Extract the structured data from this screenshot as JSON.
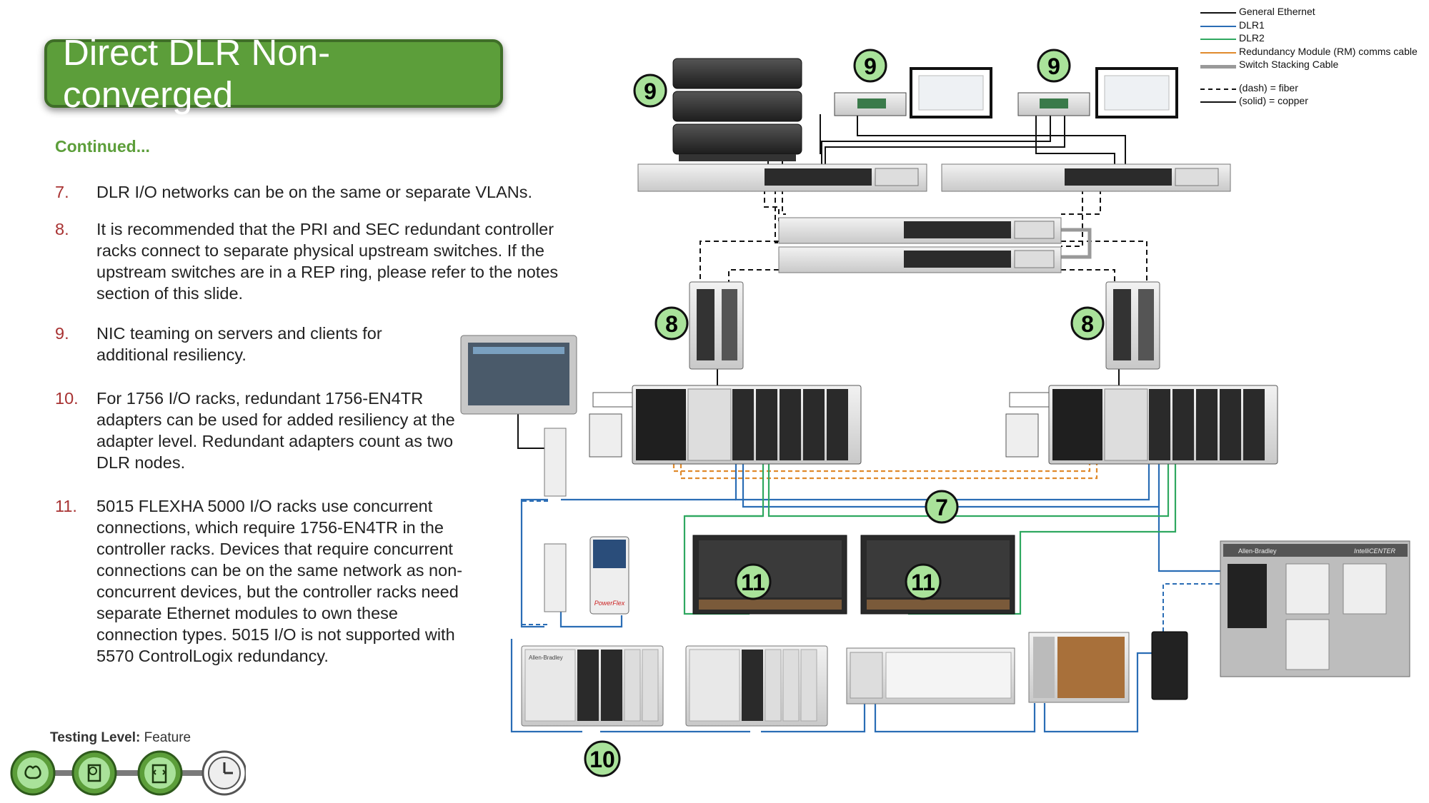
{
  "title": "Direct DLR Non-converged",
  "continued": "Continued...",
  "notes": [
    {
      "num": "7.",
      "text": "DLR I/O networks can be on the same or separate VLANs."
    },
    {
      "num": "8.",
      "text": "It is recommended that the PRI and SEC redundant controller racks connect to separate physical upstream switches.  If the upstream switches are in a REP ring, please refer to the notes section of this slide."
    },
    {
      "num": "9.",
      "text": "NIC teaming on servers and clients for additional resiliency."
    },
    {
      "num": "10.",
      "text": "For 1756 I/O racks, redundant 1756-EN4TR adapters can be used for added resiliency at the adapter level. Redundant adapters count as two DLR nodes."
    },
    {
      "num": "11.",
      "text": "5015 FLEXHA 5000 I/O racks use concurrent connections, which require 1756-EN4TR in the controller racks. Devices that require concurrent connections can be on the same network as non-concurrent devices, but the controller racks need separate Ethernet modules to own these connection types. 5015 I/O is not supported with 5570 ControlLogix redundancy."
    }
  ],
  "testing": {
    "label": "Testing Level:",
    "value": "Feature"
  },
  "legend": [
    {
      "label": "General Ethernet",
      "color": "#111111",
      "style": "solid"
    },
    {
      "label": "DLR1",
      "color": "#2a6db5",
      "style": "solid"
    },
    {
      "label": "DLR2",
      "color": "#2fa860",
      "style": "solid"
    },
    {
      "label": "Redundancy Module (RM) comms cable",
      "color": "#e08a2c",
      "style": "solid"
    },
    {
      "label": "Switch Stacking Cable",
      "color": "#999999",
      "style": "thick"
    },
    {
      "label": "(dash) = fiber",
      "color": "#111111",
      "style": "dash"
    },
    {
      "label": "(solid) = copper",
      "color": "#111111",
      "style": "solid"
    }
  ],
  "badges": [
    "9",
    "9",
    "9",
    "8",
    "8",
    "7",
    "11",
    "11",
    "10"
  ],
  "device_labels": {
    "vendor": "Allen-Bradley",
    "mcc": "IntelliCENTER",
    "drive": "PowerFlex"
  },
  "colors": {
    "title_green": "#5c9e3a",
    "note_number": "#a83232",
    "badge_fill": "#a9e29a",
    "dlr1": "#2a6db5",
    "dlr2": "#2fa860",
    "rm": "#e08a2c"
  }
}
